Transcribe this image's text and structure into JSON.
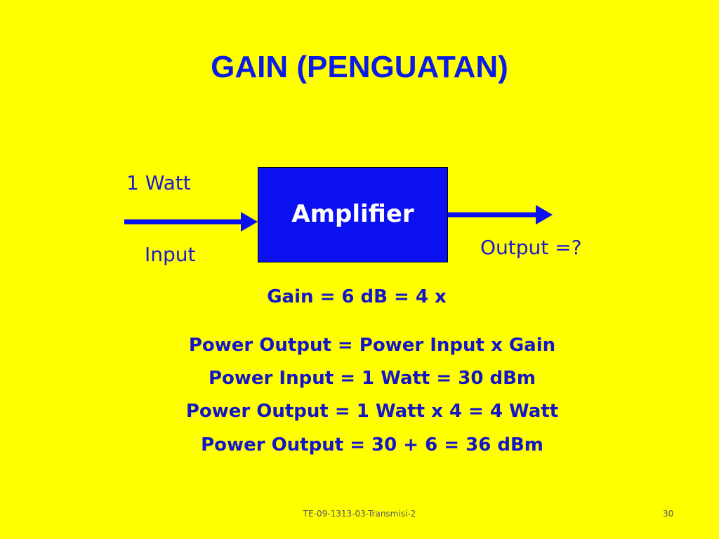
{
  "slide": {
    "title": "GAIN (PENGUATAN)",
    "input_power_label": "1 Watt",
    "input_label": "Input",
    "output_label": "Output =?",
    "block_label": "Amplifier",
    "gain_line": "Gain = 6 dB = 4 x",
    "equations": [
      "Power Output = Power Input x Gain",
      "Power Input = 1 Watt = 30 dBm",
      "Power Output = 1 Watt x 4 = 4 Watt",
      "Power Output = 30 + 6 = 36 dBm"
    ],
    "footer_text": "TE-09-1313-03-Transmisi-2",
    "page_number": "30"
  },
  "colors": {
    "background": "#ffff00",
    "text_blue": "#1515c8",
    "title_blue": "#0a1be6",
    "amplifier_fill": "#0a10f0",
    "amplifier_text": "#ffffff"
  }
}
